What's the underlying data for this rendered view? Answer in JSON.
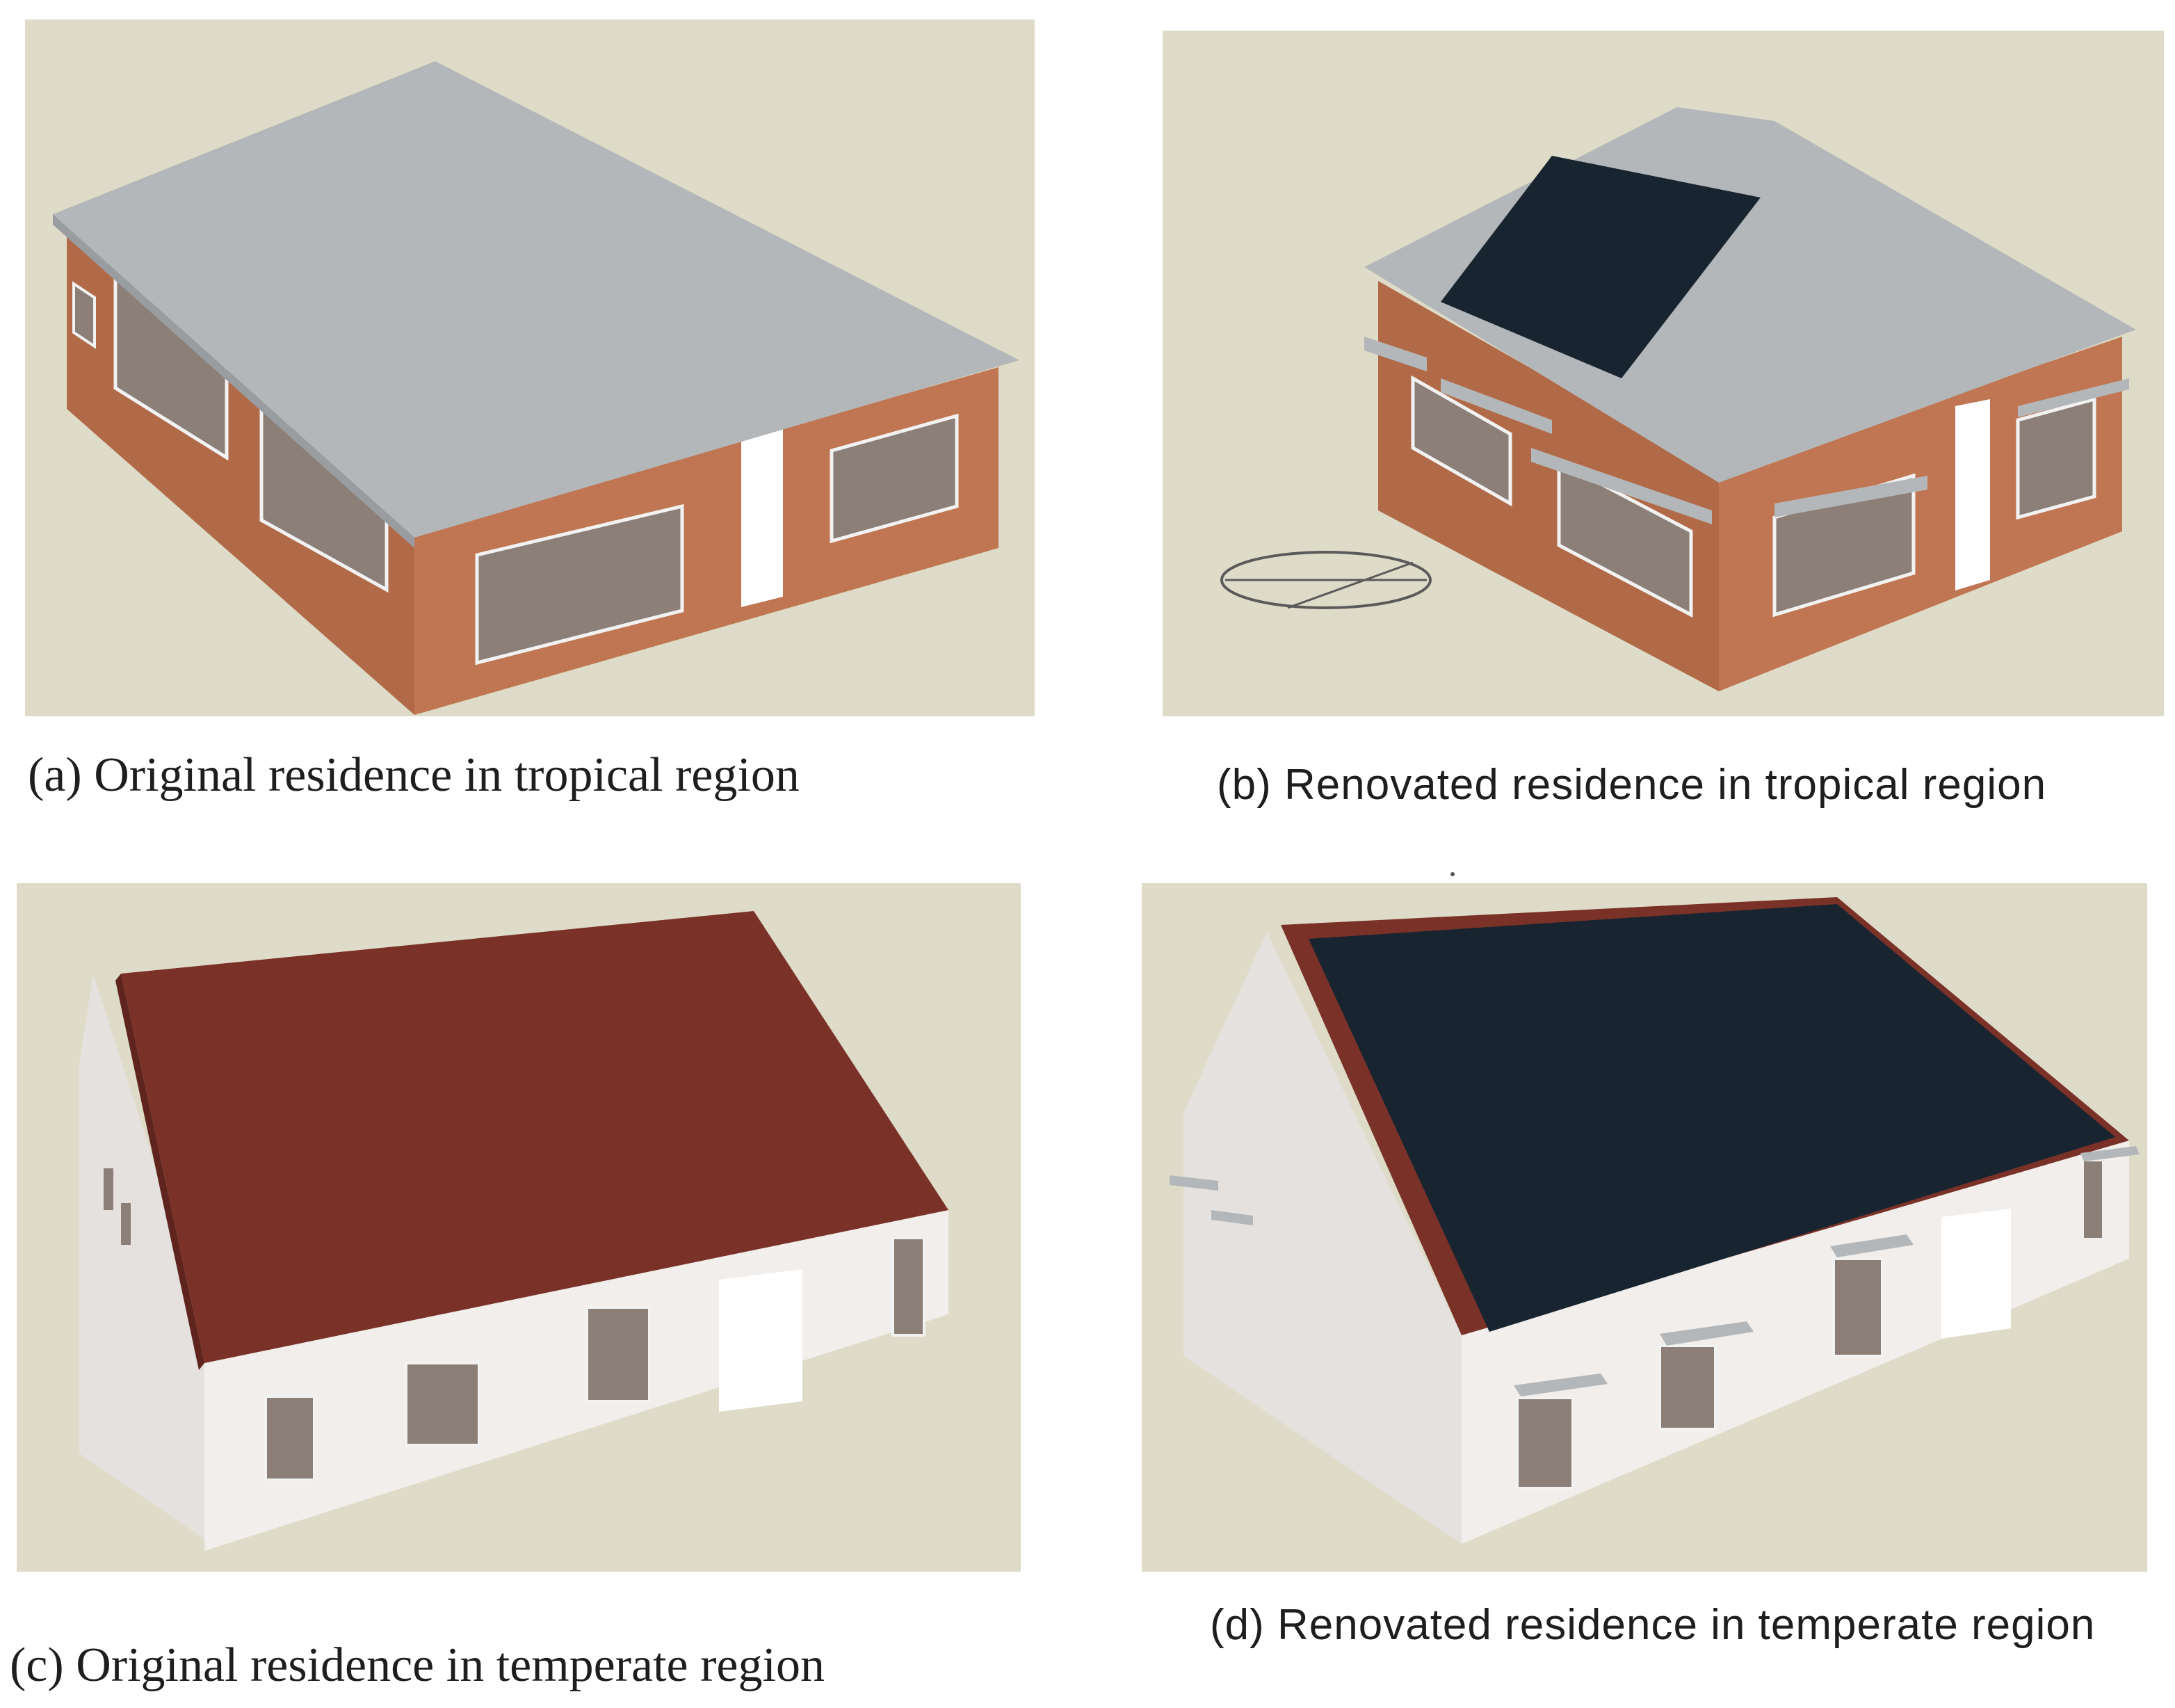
{
  "figure": {
    "panels": [
      {
        "id": "a",
        "caption": "(a) Original residence in tropical region"
      },
      {
        "id": "b",
        "caption": "(b) Renovated residence in tropical region"
      },
      {
        "id": "c",
        "caption": "(c)  Original residence in temperate region"
      },
      {
        "id": "d",
        "caption": "(d) Renovated residence in temperate region"
      }
    ],
    "colors": {
      "background": "#dedcc8",
      "roof_gray": "#b4b7b9",
      "brick_wall": "#b06a48",
      "white_wall": "#f1eeec",
      "red_roof": "#7a3128",
      "solar_panel": "#182530",
      "window": "#8b7f78",
      "door": "#ffffff"
    }
  }
}
